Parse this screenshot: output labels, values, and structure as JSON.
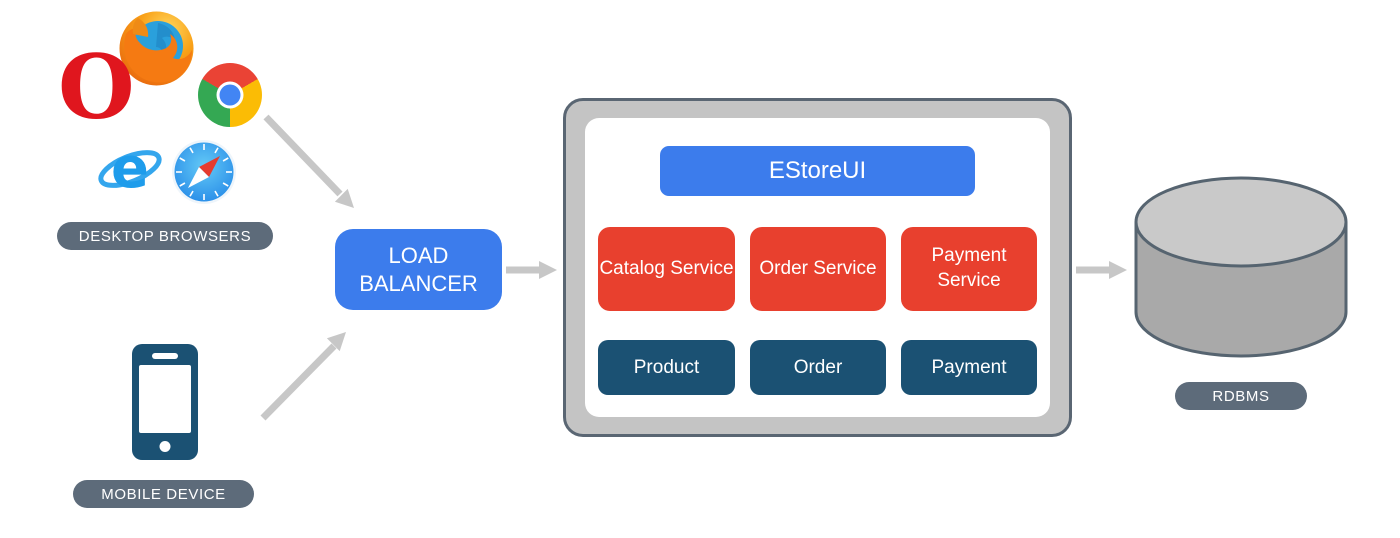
{
  "clients": {
    "desktop": {
      "label": "DESKTOP BROWSERS",
      "icons": [
        "firefox",
        "opera",
        "chrome",
        "internet-explorer",
        "safari"
      ],
      "opera_glyph": "O",
      "ie_glyph": "e"
    },
    "mobile": {
      "label": "MOBILE DEVICE"
    }
  },
  "load_balancer": {
    "label": "LOAD BALANCER"
  },
  "app": {
    "ui": {
      "label": "EStoreUI"
    },
    "services": [
      {
        "label": "Catalog Service"
      },
      {
        "label": "Order Service"
      },
      {
        "label": "Payment Service"
      }
    ],
    "modules": [
      {
        "label": "Product"
      },
      {
        "label": "Order"
      },
      {
        "label": "Payment"
      }
    ]
  },
  "database": {
    "label": "RDBMS"
  },
  "colors": {
    "accent_blue": "#3c7cec",
    "service_red": "#e8402e",
    "module_navy": "#1b5173",
    "label_slate": "#5d6b7a",
    "container_gray": "#c4c4c4",
    "container_border": "#5a6673",
    "arrow_gray": "#c7c7c7"
  }
}
